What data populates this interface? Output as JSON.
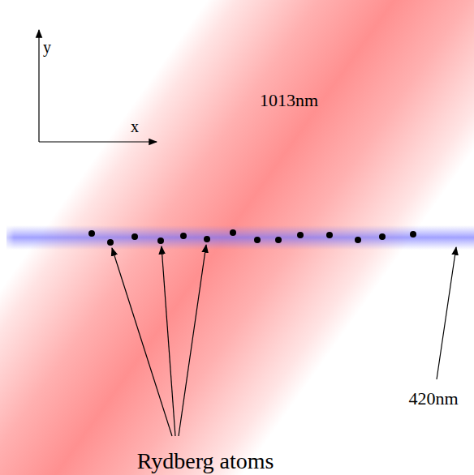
{
  "diagram": {
    "labels": [
      "y",
      "x",
      "1013nm",
      "Rydberg atoms",
      "420nm"
    ]
  }
}
